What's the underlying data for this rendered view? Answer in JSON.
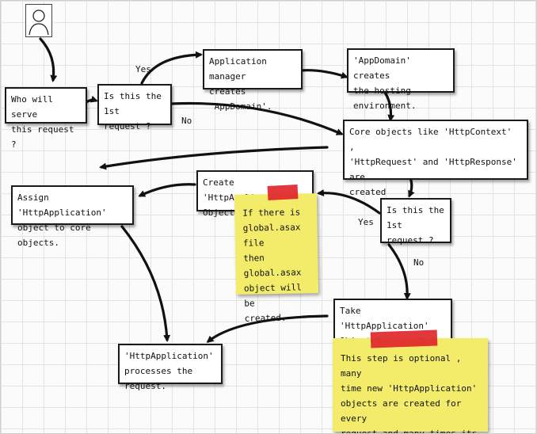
{
  "diagram": {
    "nodes": {
      "who_serves": "Who will serve\nthis request ?",
      "first_request_top": "Is this the 1st\nrequest ?",
      "app_manager": "Application manager\ncreates 'AppDomain'.",
      "appdomain": "'AppDomain' creates\nthe hosting environment.",
      "core_objects": "Core objects like 'HttpContext' ,\n'HttpRequest' and 'HttpResponse' are\ncreated",
      "assign": "Assign 'HttpApplication'\nobject to core objects.",
      "create_app": "Create 'HttpApplication'\nObject.",
      "first_request_mid": "Is this the 1st\nrequest ?",
      "take_pool": "Take 'HttpApplication'\nObject from pool.",
      "processes": "'HttpApplication'\nprocesses the request."
    },
    "notes": {
      "global_asax": "If there is\nglobal.asax file\nthen global.asax\nobject will be\ncreated.",
      "optional": "This step is optional , many\ntime new 'HttpApplication'\nobjects are created for every\nrequest and many times its\ntaken from the pool."
    },
    "edge_labels": {
      "yes_top": "Yes",
      "no_top": "No",
      "yes_mid": "Yes",
      "no_mid": "No"
    },
    "colors": {
      "note": "#f3ec6a",
      "tape": "#e0262b",
      "arrow": "#111111"
    }
  }
}
